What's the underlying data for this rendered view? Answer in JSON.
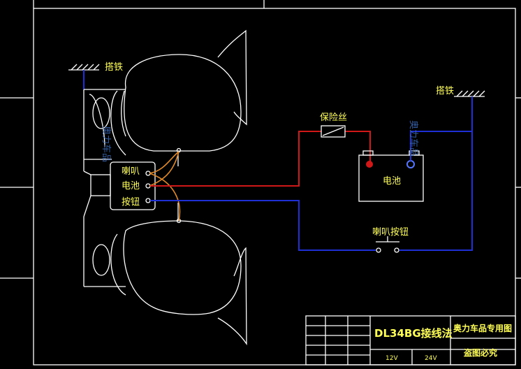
{
  "diagram": {
    "ground_label_left": "搭铁",
    "ground_label_right": "搭铁",
    "relay_label_line1": "喇叭",
    "relay_label_line2": "电池",
    "relay_label_line3": "按钮",
    "fuse_label": "保险丝",
    "battery_label": "电池",
    "horn_button_label": "喇叭按钮",
    "watermark_text": "奥力车品"
  },
  "title_block": {
    "model_title": "DL34BG接线法",
    "voltage_12": "12V",
    "voltage_24": "24V",
    "company": "奥力车品专用图",
    "notice": "盗图必究"
  },
  "colors": {
    "background": "#000000",
    "frame": "#ffffff",
    "text": "#ffff55",
    "wire_positive": "#d01818",
    "wire_signal": "#1f2fd6",
    "wire_horn": "#e08a2a"
  }
}
